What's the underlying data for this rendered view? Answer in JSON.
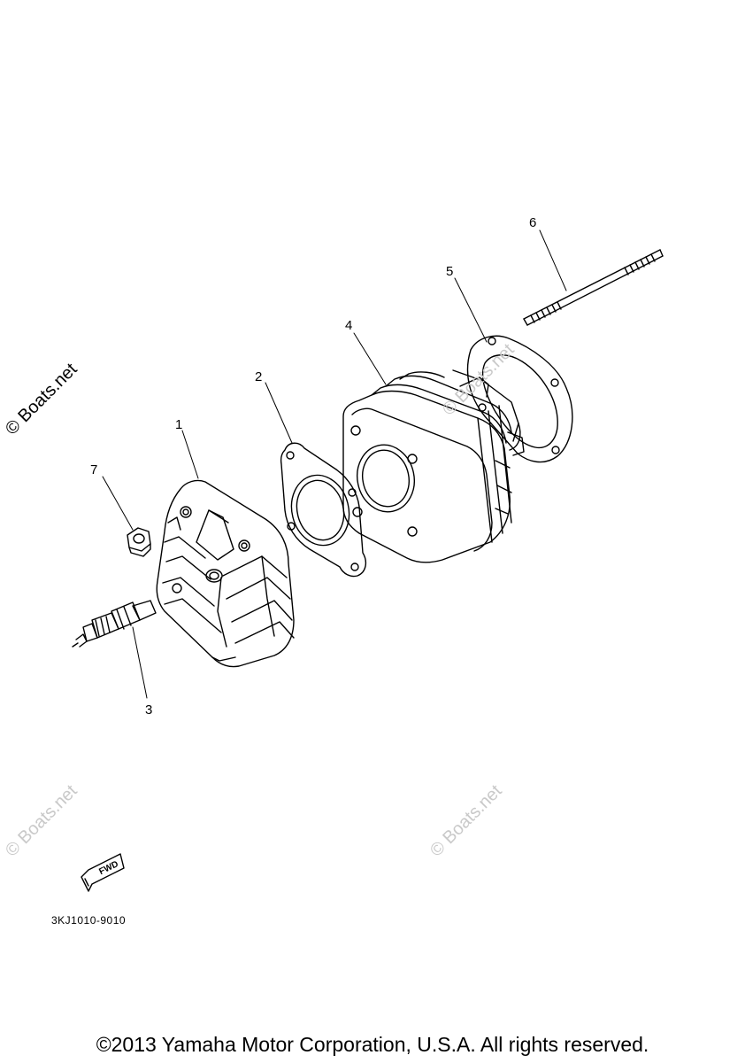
{
  "callouts": [
    "1",
    "2",
    "3",
    "4",
    "5",
    "6",
    "7"
  ],
  "diagram_code": "3KJ1010-9010",
  "fwd_label": "FWD",
  "watermark": "© Boats.net",
  "copyright": "©2013 Yamaha Motor Corporation, U.S.A. All rights reserved."
}
